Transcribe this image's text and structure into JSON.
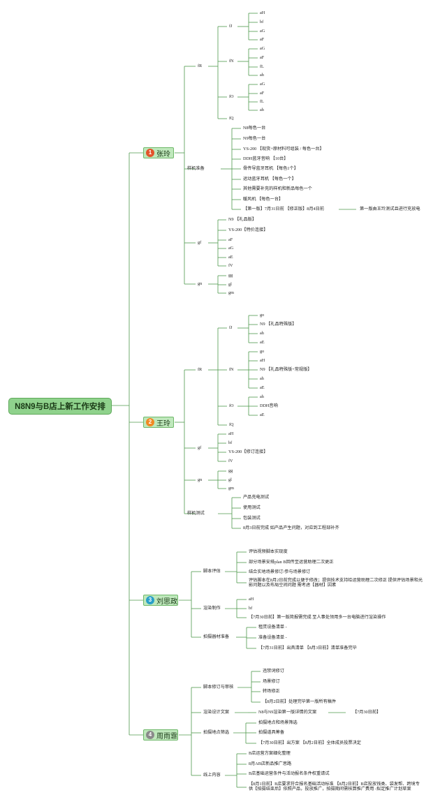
{
  "root": "N8N9与B店上新工作安排",
  "colors": {
    "line": "#4f9a4c",
    "badge1": "#e2542b",
    "badge2": "#f08a24",
    "badge3": "#2aa0c8",
    "badge4": "#8a8a8a"
  },
  "b1": {
    "num": "1",
    "name": "张玲",
    "fR": "fR",
    "fJ": "fJ",
    "fJ_items": [
      "aH",
      "bf",
      "aG",
      "aF"
    ],
    "fN": "fN",
    "fN_items": [
      "aG",
      "aF",
      "fL",
      "ah"
    ],
    "fO": "fO",
    "fO_items": [
      "aG",
      "aF",
      "fL",
      "ah"
    ],
    "fQ": "fQ",
    "samples": "样机准备",
    "samples_items": [
      "N8每色一台",
      "N9每色一台",
      "YS-200 【现货+原材料可组装 / 每色一台】",
      "DDH蓝牙音响 【10台】",
      "骨传导蓝牙耳机 【每色1个】",
      "运动蓝牙耳机 【每色一个】",
      "其他需要补充的样机和新品每色一个",
      "暖风机 【每色一台】",
      "【第一版】7月31日前 【修正版】8月4日前"
    ],
    "samples_note": "第一版由王玲测试且进行充放电",
    "gf": "gf",
    "gf_items": [
      "N9 【礼品版】",
      "YS-200【特价连接】",
      "aF",
      "aG",
      "aE",
      "fV"
    ],
    "gn": "gn",
    "gn_items": [
      "gg",
      "gl",
      "gm"
    ]
  },
  "b2": {
    "num": "2",
    "name": "王玲",
    "fR": "fR",
    "fJ": "fJ",
    "fJ_items": [
      "go",
      "N9 【礼品特殊版】",
      "ah",
      "aE"
    ],
    "fN": "fN",
    "fN_items": [
      "go",
      "aH",
      "N9 【礼品特殊版+常规版】",
      "ah",
      "aE"
    ],
    "fO": "fO",
    "fO_items": [
      "ah",
      "DDH音响",
      "aE"
    ],
    "fQ": "fQ",
    "gf": "gf",
    "gf_items": [
      "aH",
      "bf",
      "YS-200【修订连接】",
      "fV"
    ],
    "gn": "gn",
    "gn_items": [
      "gg",
      "gl",
      "gm"
    ],
    "test": "样机测试",
    "test_items": [
      "产品充电测试",
      "使用测试",
      "包装测试",
      "8月3日前完成 如产品产生问题，对应到工程部补齐"
    ]
  },
  "b3": {
    "num": "3",
    "name": "刘思政",
    "script": "脚本评估",
    "script_items": [
      "评估视频脚本实现度",
      "部分场景安排plan B回传至运营助理二次更正",
      "结合实地场景修订/参与场景修订",
      "评估脚本在8月2日前完成以便于修改；提供技术支持给运营助理二次修正 提供评估场景和光影问题以及布局空间问题 需考虑【器材】因素"
    ],
    "render": "渲染制作",
    "render_items": [
      "aH",
      "bf",
      "【7月30日前】第一版简报需完成 至人事处领用多一台电脑进行渲染操作"
    ],
    "equip": "拍摄器材准备",
    "equip_items": [
      "租赁设备清单 -",
      "准备设备清单 -",
      "【7月31日前】出具清单 【8月3日前】清单准备完毕"
    ]
  },
  "b4": {
    "num": "4",
    "name": "周雨霏",
    "review": "脚本修订与审核",
    "review_items": [
      "违禁词修订",
      "场景修订",
      "转场修正",
      "【8月2日前】处理完毕第一版所有稿件"
    ],
    "copy": "渲染设计文案",
    "copy_item": "N8与N9渲染第一版详情的文案",
    "copy_note": "【7月30日前】",
    "loc": "拍摄地点筛选",
    "loc_items": [
      "拍摄地点和场景筛选",
      "拍摄道具筹备",
      "【7月30日前】出方案 【8月2日前】全体成员投票决定"
    ],
    "online": "线上内容",
    "online_items": [
      "B店运营方案细化整理",
      "8月AB店新品推广思路",
      "B店基础运营条件与活动报名条件权重请试",
      "【8月1日前】B店要求符合报名基础活动标准 【8月2日前】B店投放钱类、袋发帮、跨境专供【拍摄结束后】依照产品，投放推广，拍摄期间需核算推广费用 -拟定推广计划草案"
    ]
  }
}
